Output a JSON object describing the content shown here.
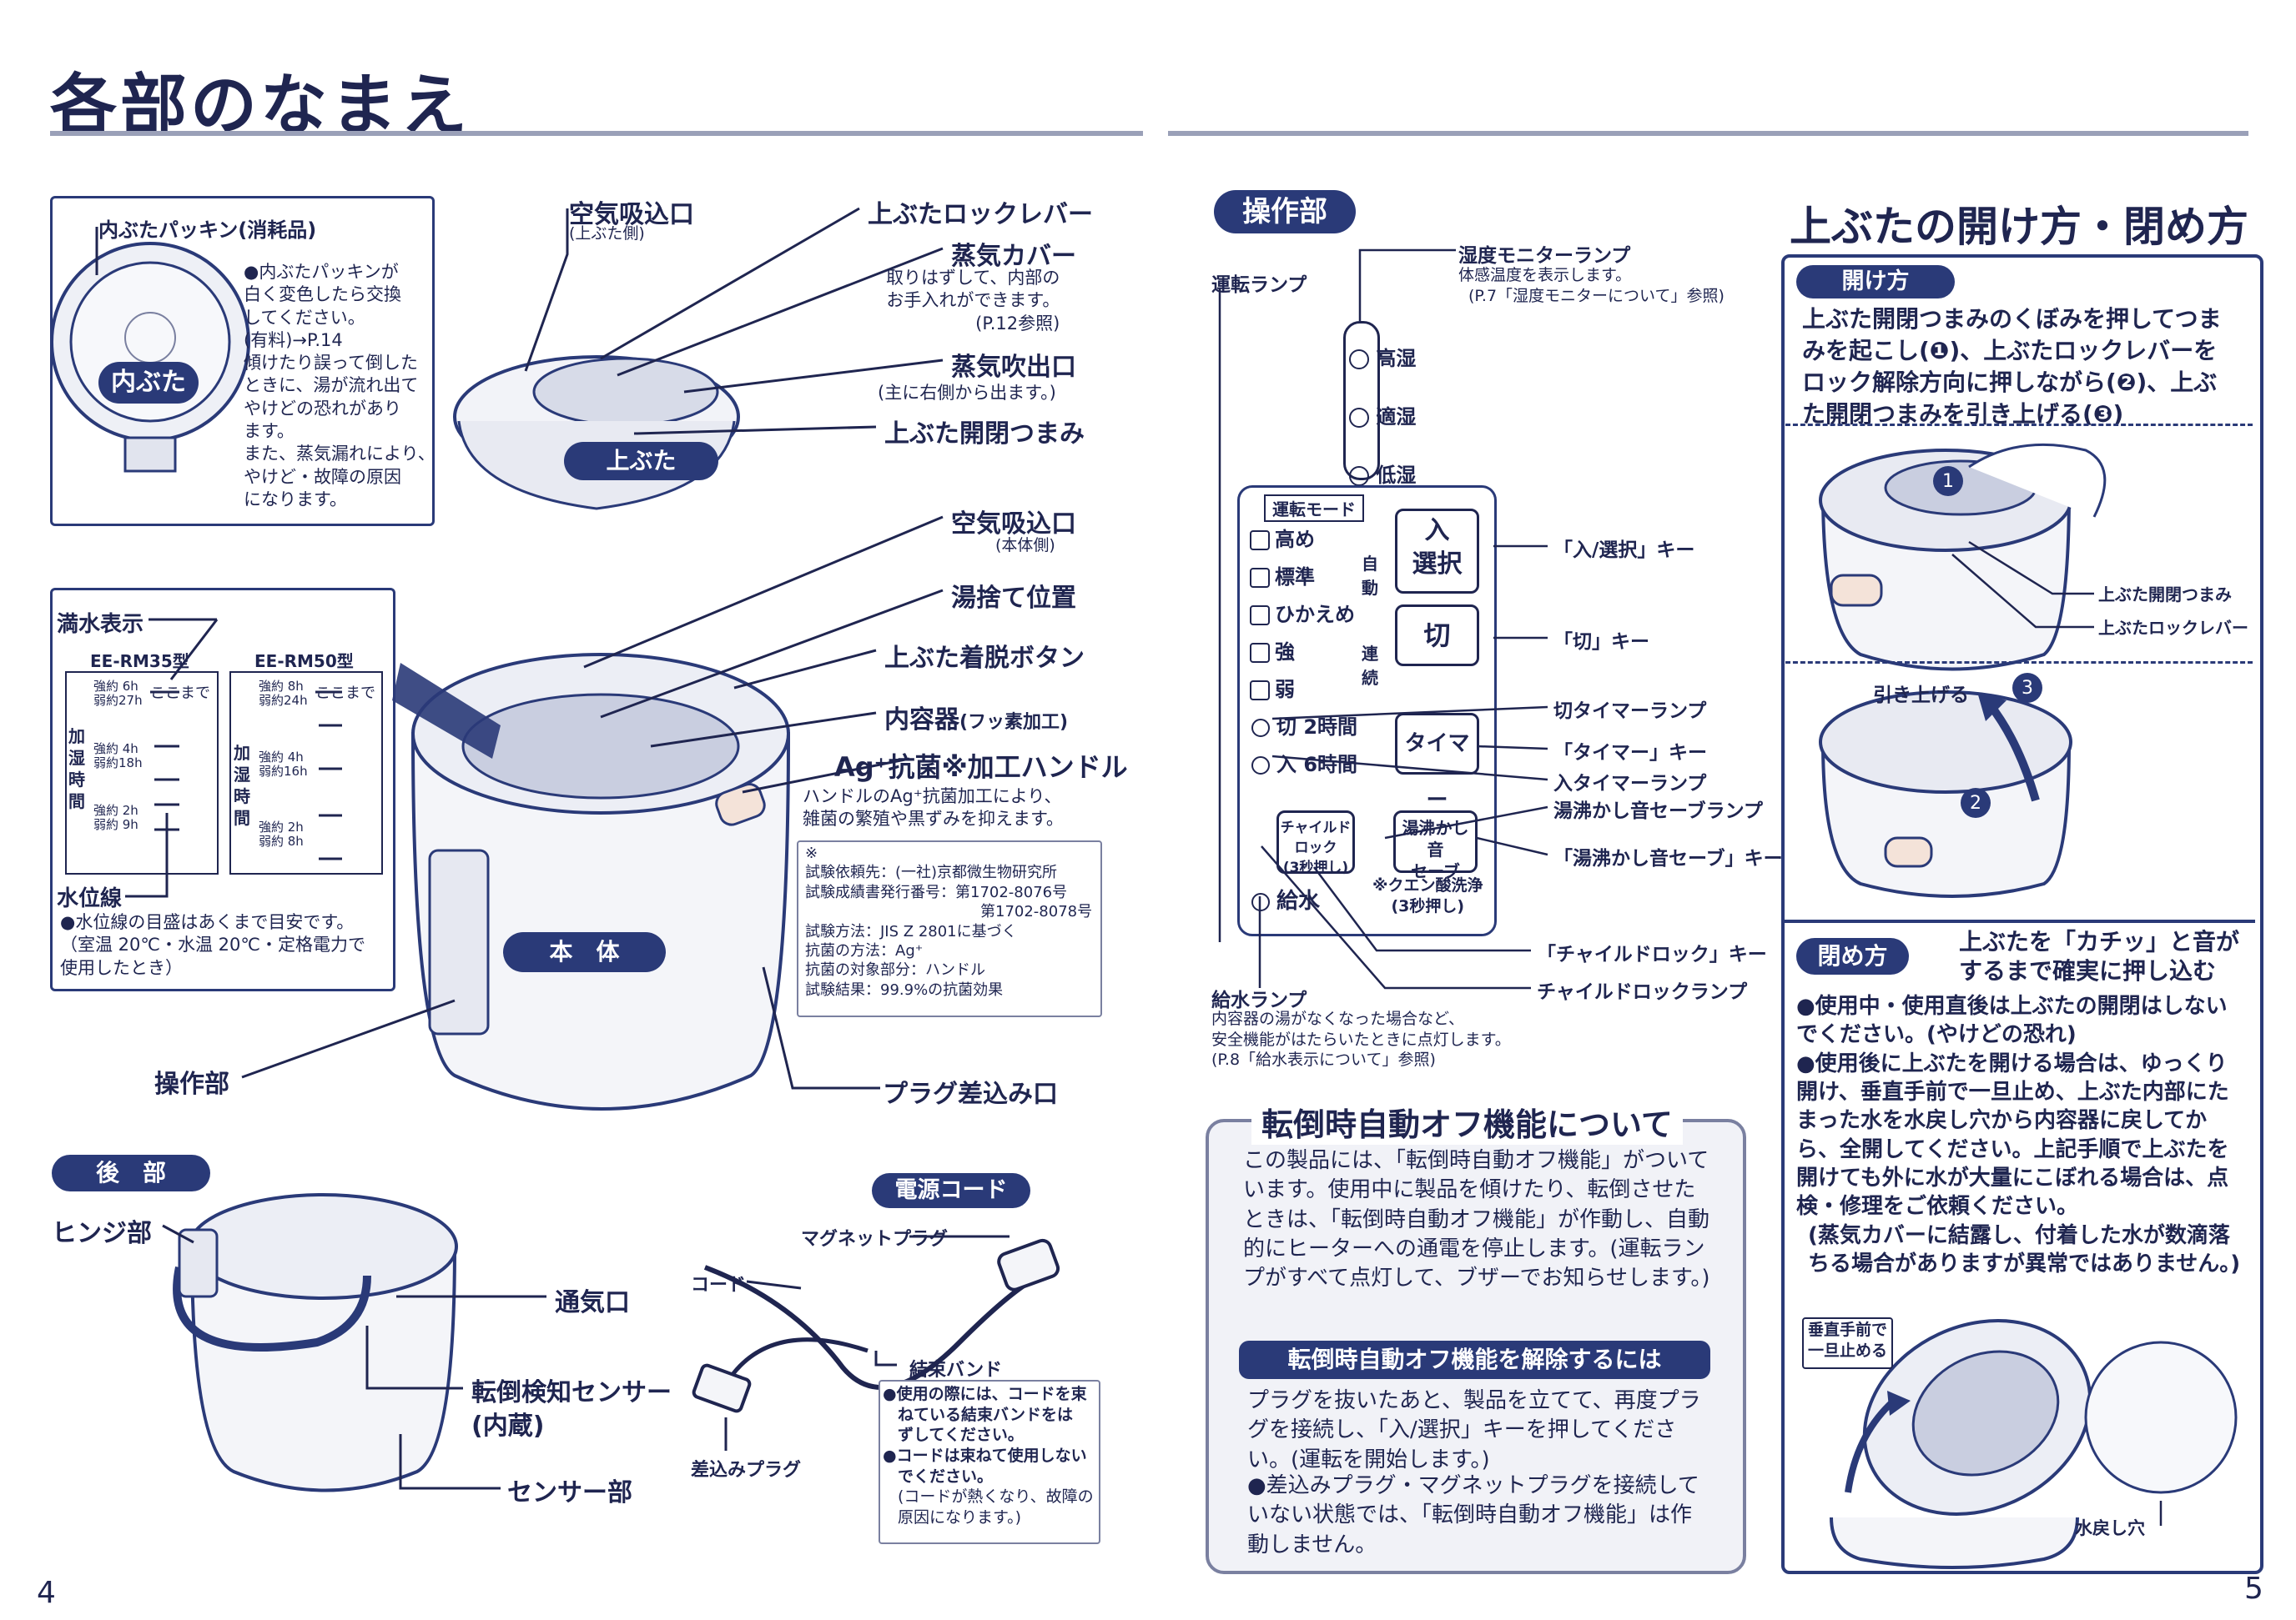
{
  "page_title": "各部のなまえ",
  "page_numbers": {
    "left": "4",
    "right": "5"
  },
  "inner_lid": {
    "gasket_label": "内ぶたパッキン(消耗品)",
    "lid_label": "内ぶた",
    "notes": [
      "●内ぶたパッキンが",
      "白く変色したら交換",
      "してください。",
      "(有料)→P.14",
      "傾けたり誤って倒した",
      "ときに、湯が流れ出て",
      "やけどの恐れがあり",
      "ます。",
      "また、蒸気漏れにより、",
      "やけど・故障の原因",
      "になります。"
    ]
  },
  "water_level": {
    "full_label": "満水表示",
    "model_a": "EE-RM35型",
    "model_b": "EE-RM50型",
    "mark": "ここまで",
    "side_label": "加湿時間",
    "scale_a": [
      "強約 6h",
      "弱約27h",
      "強約 4h",
      "弱約18h",
      "強約 2h",
      "弱約 9h"
    ],
    "scale_b": [
      "強約 8h",
      "弱約24h",
      "強約 4h",
      "弱約16h",
      "強約 2h",
      "弱約 8h"
    ],
    "line_label": "水位線",
    "notes": [
      "●水位線の目盛はあくまで目安です。",
      "（室温 20℃・水温 20℃・定格電力で",
      "使用したとき）"
    ]
  },
  "labels": {
    "air_intake_lid": "空気吸込口",
    "air_intake_lid_sub": "(上ぶた側)",
    "lid_lock_lever": "上ぶたロックレバー",
    "steam_cover": "蒸気カバー",
    "steam_cover_notes": [
      "取りはずして、内部の",
      "お手入れができます。",
      "(P.12参照)"
    ],
    "steam_outlet": "蒸気吹出口",
    "steam_outlet_note": "(主に右側から出ます。)",
    "lid_knob": "上ぶた開閉つまみ",
    "upper_lid": "上ぶた",
    "air_intake_body": "空気吸込口",
    "air_intake_body_sub": "(本体側)",
    "drain_position": "湯捨て位置",
    "lid_release_button": "上ぶた着脱ボタン",
    "inner_container": "内容器",
    "inner_container_sub": "(フッ素加工)",
    "ag_handle": "Ag⁺抗菌※加工ハンドル",
    "ag_notes": [
      "ハンドルのAg⁺抗菌加工により、",
      "雑菌の繁殖や黒ずみを抑えます。"
    ],
    "body": "本　体",
    "control_panel": "操作部",
    "plug_inlet": "プラグ差込み口"
  },
  "test_info": [
    "※",
    "試験依頼先：(一社)京都微生物研究所",
    "試験成績書発行番号：第1702-8076号",
    "第1702-8078号",
    "試験方法：JIS Z 2801に基づく",
    "抗菌の方法：Ag⁺",
    "抗菌の対象部分：ハンドル",
    "試験結果：99.9%の抗菌効果"
  ],
  "rear": {
    "title": "後　部",
    "hinge": "ヒンジ部",
    "vent": "通気口",
    "tip_sensor": "転倒検知センサー",
    "tip_sensor_sub": "(内蔵)",
    "sensor_part": "センサー部"
  },
  "power_cord": {
    "title": "電源コード",
    "magnet_plug": "マグネットプラグ",
    "cord": "コード",
    "band": "結束バンド",
    "plug": "差込みプラグ",
    "notes": [
      "●使用の際には、コードを束",
      "ねている結束バンドをは",
      "ずしてください。",
      "●コードは束ねて使用しない",
      "でください。",
      "(コードが熱くなり、故障の",
      "原因になります。)"
    ]
  },
  "control": {
    "title": "操作部",
    "run_lamp": "運転ランプ",
    "humidity_lamp": "湿度モニターランプ",
    "humidity_lamp_notes": [
      "体感温度を表示します。",
      "(P.7「湿度モニターについて」参照)"
    ],
    "humidity_levels": [
      "高湿",
      "適湿",
      "低湿"
    ],
    "mode_title": "運転モード",
    "auto": "自動",
    "continuous": "連続",
    "modes": [
      "高め",
      "標準",
      "ひかえめ",
      "強",
      "弱"
    ],
    "on_select_key": [
      "入",
      "選択"
    ],
    "off_key": "切",
    "timer_key": "タイマー",
    "timer_off": "切 2時間",
    "timer_on": "入 6時間",
    "child_lock_key": [
      "チャイルドロック",
      "(3秒押し)"
    ],
    "quiet_key": [
      "湯沸かし音",
      "セーブ"
    ],
    "citric": [
      "※クエン酸洗浄",
      "(3秒押し)"
    ],
    "water_supply": "給水",
    "callouts": [
      "「入/選択」キー",
      "「切」キー",
      "切タイマーランプ",
      "「タイマー」キー",
      "入タイマーランプ",
      "湯沸かし音セーブランプ",
      "「湯沸かし音セーブ」キー",
      "「チャイルドロック」キー",
      "チャイルドロックランプ"
    ],
    "water_lamp": "給水ランプ",
    "water_lamp_notes": [
      "内容器の湯がなくなった場合など、",
      "安全機能がはたらいたときに点灯します。",
      "(P.8「給水表示について」参照)"
    ]
  },
  "tipover": {
    "title": "転倒時自動オフ機能について",
    "body": "この製品には、「転倒時自動オフ機能」がついています。使用中に製品を傾けたり、転倒させたときは、「転倒時自動オフ機能」が作動し、自動的にヒーターへの通電を停止します。(運転ランプがすべて点灯して、ブザーでお知らせします。)",
    "sub_title": "転倒時自動オフ機能を解除するには",
    "sub_body": "プラグを抜いたあと、製品を立てて、再度プラグを接続し、「入/選択」キーを押してください。(運転を開始します。)",
    "note": "●差込みプラグ・マグネットプラグを接続していない状態では、「転倒時自動オフ機能」は作動しません。"
  },
  "lid_section": {
    "title": "上ぶたの開け方・閉め方",
    "open_title": "開け方",
    "open_body": "上ぶた開閉つまみのくぼみを押してつまみを起こし(❶)、上ぶたロックレバーをロック解除方向に押しながら(❷)、上ぶた開閉つまみを引き上げる(❸)",
    "knob_label": "上ぶた開閉つまみ",
    "lever_label": "上ぶたロックレバー",
    "pull_label": "引き上げる",
    "close_title": "閉め方",
    "close_body": "上ぶたを「カチッ」と音がするまで確実に押し込む",
    "close_notes": [
      "●使用中・使用直後は上ぶたの開閉はしないでください。(やけどの恐れ)",
      "●使用後に上ぶたを開ける場合は、ゆっくり開け、垂直手前で一旦止め、上ぶた内部にたまった水を水戻し穴から内容器に戻してから、全開してください。上記手順で上ぶたを開けても外に水が大量にこぼれる場合は、点検・修理をご依頼ください。",
      "(蒸気カバーに結露し、付着した水が数滴落ちる場合がありますが異常ではありません。)"
    ],
    "stop_label": [
      "垂直手前で",
      "一旦止める"
    ],
    "hole_label": "水戻し穴"
  }
}
